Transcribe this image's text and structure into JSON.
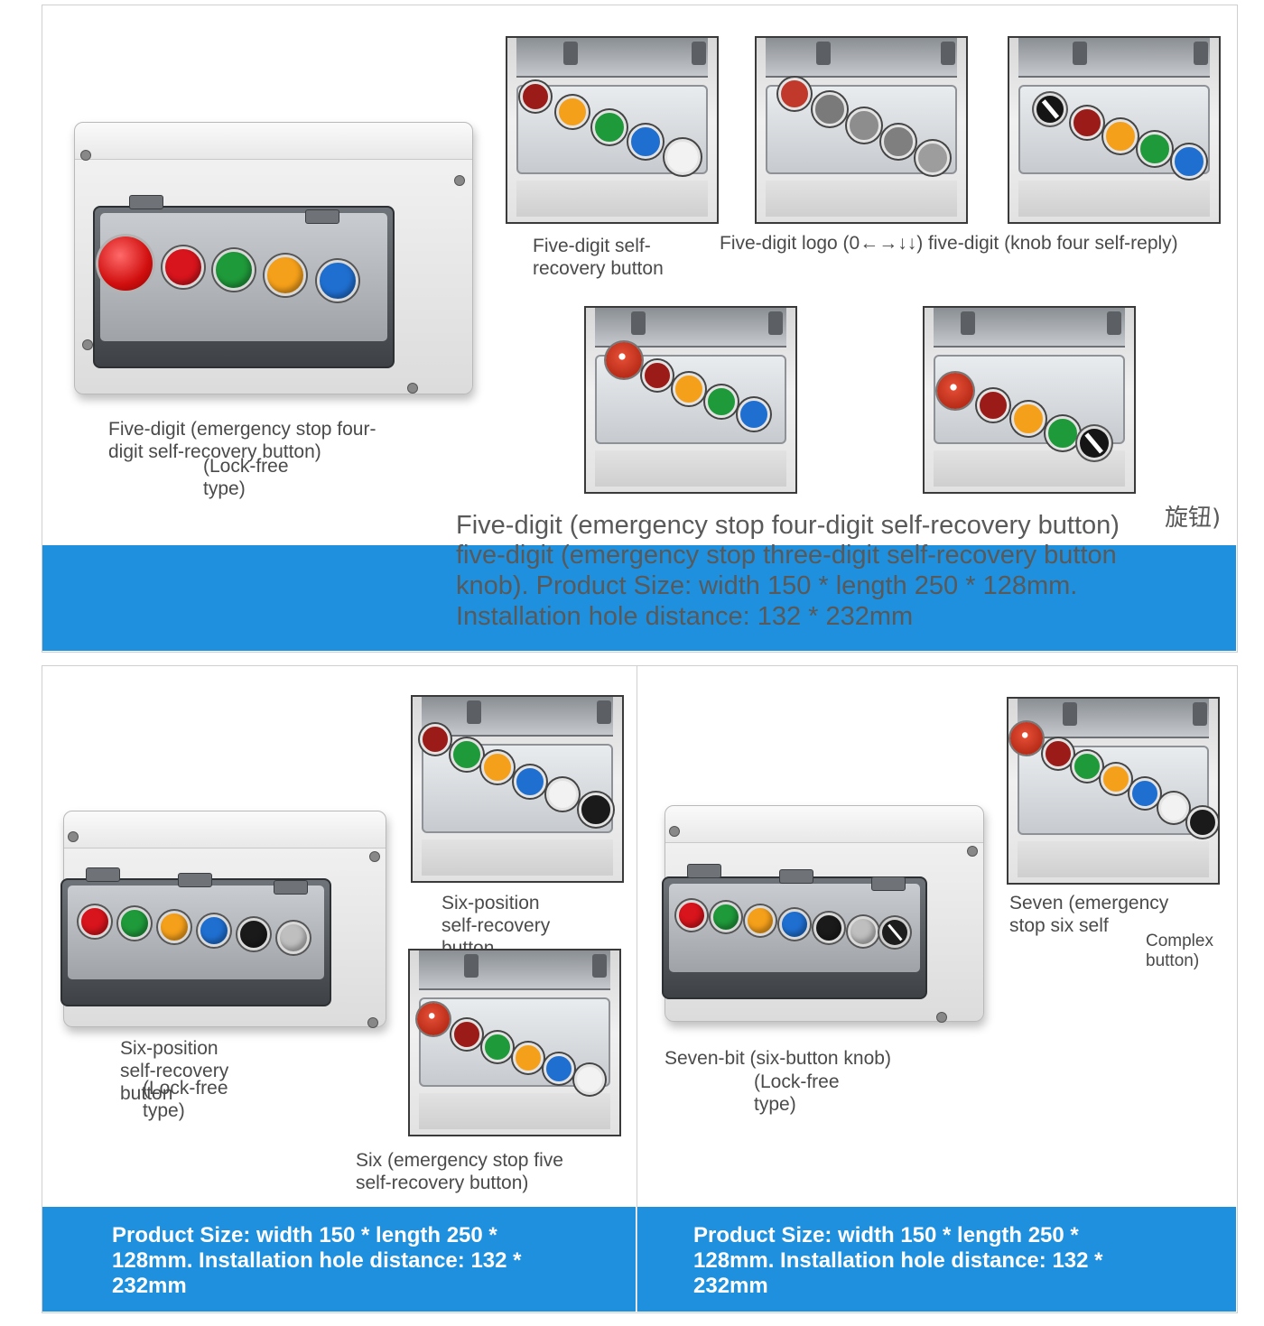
{
  "panel_top": {
    "main_caption": "Five-digit (emergency stop four-digit self-recovery button)",
    "main_caption_sub": "(Lock-free type)",
    "thumb1_caption": "Five-digit self-recovery button",
    "thumb2_caption": "Five-digit logo (0←→↓↓) five-digit (knob four self-reply)",
    "big_line1": "Five-digit (emergency stop four-digit self-recovery button)",
    "big_suffix": "旋钮)",
    "big_line2": "five-digit (emergency stop three-digit self-recovery button",
    "big_line3": "knob). Product Size: width 150 * length 250 * 128mm.",
    "big_line4": "Installation hole distance: 132 * 232mm"
  },
  "panel_left": {
    "main_caption": "Six-position self-recovery button",
    "main_caption_sub": "(Lock-free type)",
    "thumb1_caption": "Six-position self-recovery button",
    "thumb2_caption": "Six (emergency stop five self-recovery button)",
    "band_text": "Product Size: width 150 * length 250 * 128mm. Installation hole distance: 132 * 232mm"
  },
  "panel_right": {
    "main_caption": "Seven-bit (six-button knob)",
    "main_caption_sub": "(Lock-free type)",
    "thumb_caption": "Seven (emergency stop six self",
    "thumb_caption_side": "Complex button)",
    "band_text": "Product Size: width 150 * length 250 * 128mm. Installation hole distance: 132 * 232mm"
  },
  "colors": {
    "band_blue": "#1e90de",
    "red": "#d8141c",
    "green": "#1f9a3a",
    "orange": "#f5a01a",
    "blue": "#1f6fd1",
    "white": "#f2f2f2",
    "black": "#1a1a1a",
    "gray": "#bfbfbf"
  }
}
